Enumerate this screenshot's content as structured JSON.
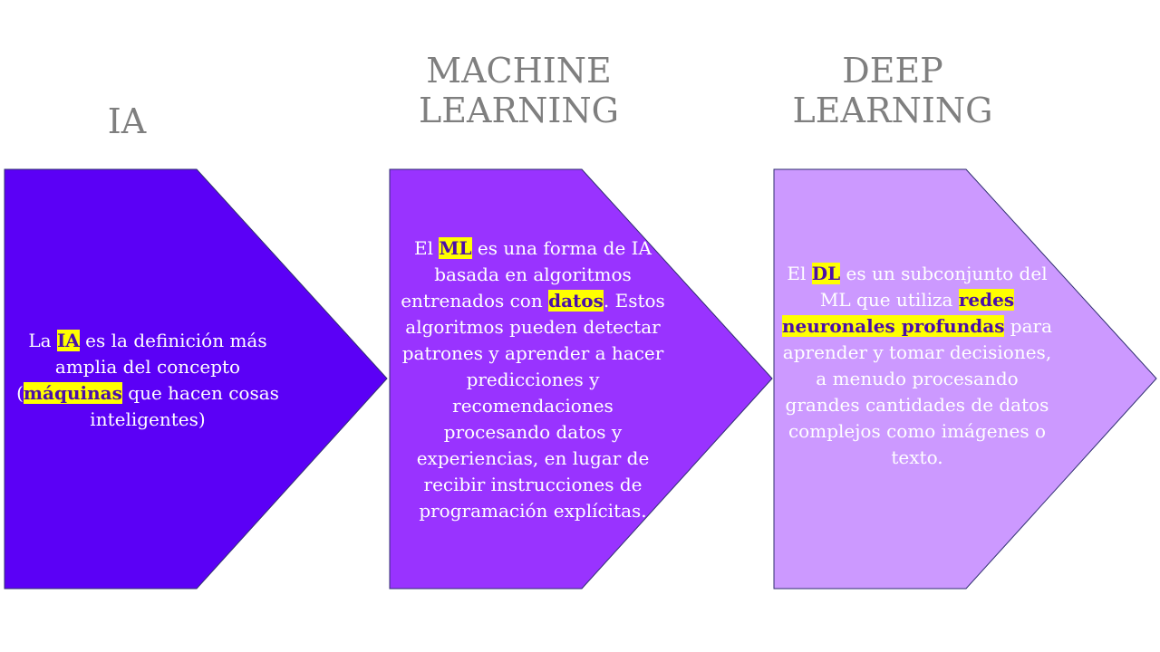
{
  "colors": {
    "ia": "#5b00f6",
    "ml": "#9933ff",
    "dl": "#cc99ff",
    "outline": "#2f2f6f",
    "title": "#7f7f7f",
    "highlight": "#ffff00"
  },
  "titles": {
    "ia": "IA",
    "ml_line1": "MACHINE",
    "ml_line2": "LEARNING",
    "dl_line1": "DEEP",
    "dl_line2": "LEARNING"
  },
  "ia_text": {
    "p1": "La ",
    "k1": "IA",
    "p2": " es la definición más amplia del concepto (",
    "k2": "máquinas",
    "p3": " que hacen cosas inteligentes)"
  },
  "ml_text": {
    "p1": "El ",
    "k1": "ML",
    "p2": " es una forma de IA basada en algoritmos entrenados con ",
    "k2": "datos",
    "p3": ". Estos algoritmos pueden detectar patrones y aprender a hacer predicciones y recomendaciones procesando datos y experiencias, en lugar de recibir instrucciones de programación explícitas."
  },
  "dl_text": {
    "p1": "El ",
    "k1": "DL",
    "p2": " es un subconjunto del ML que utiliza ",
    "k2": "redes neuronales profundas",
    "p3": " para aprender y tomar decisiones, a menudo procesando grandes cantidades de datos complejos como imágenes o texto."
  }
}
